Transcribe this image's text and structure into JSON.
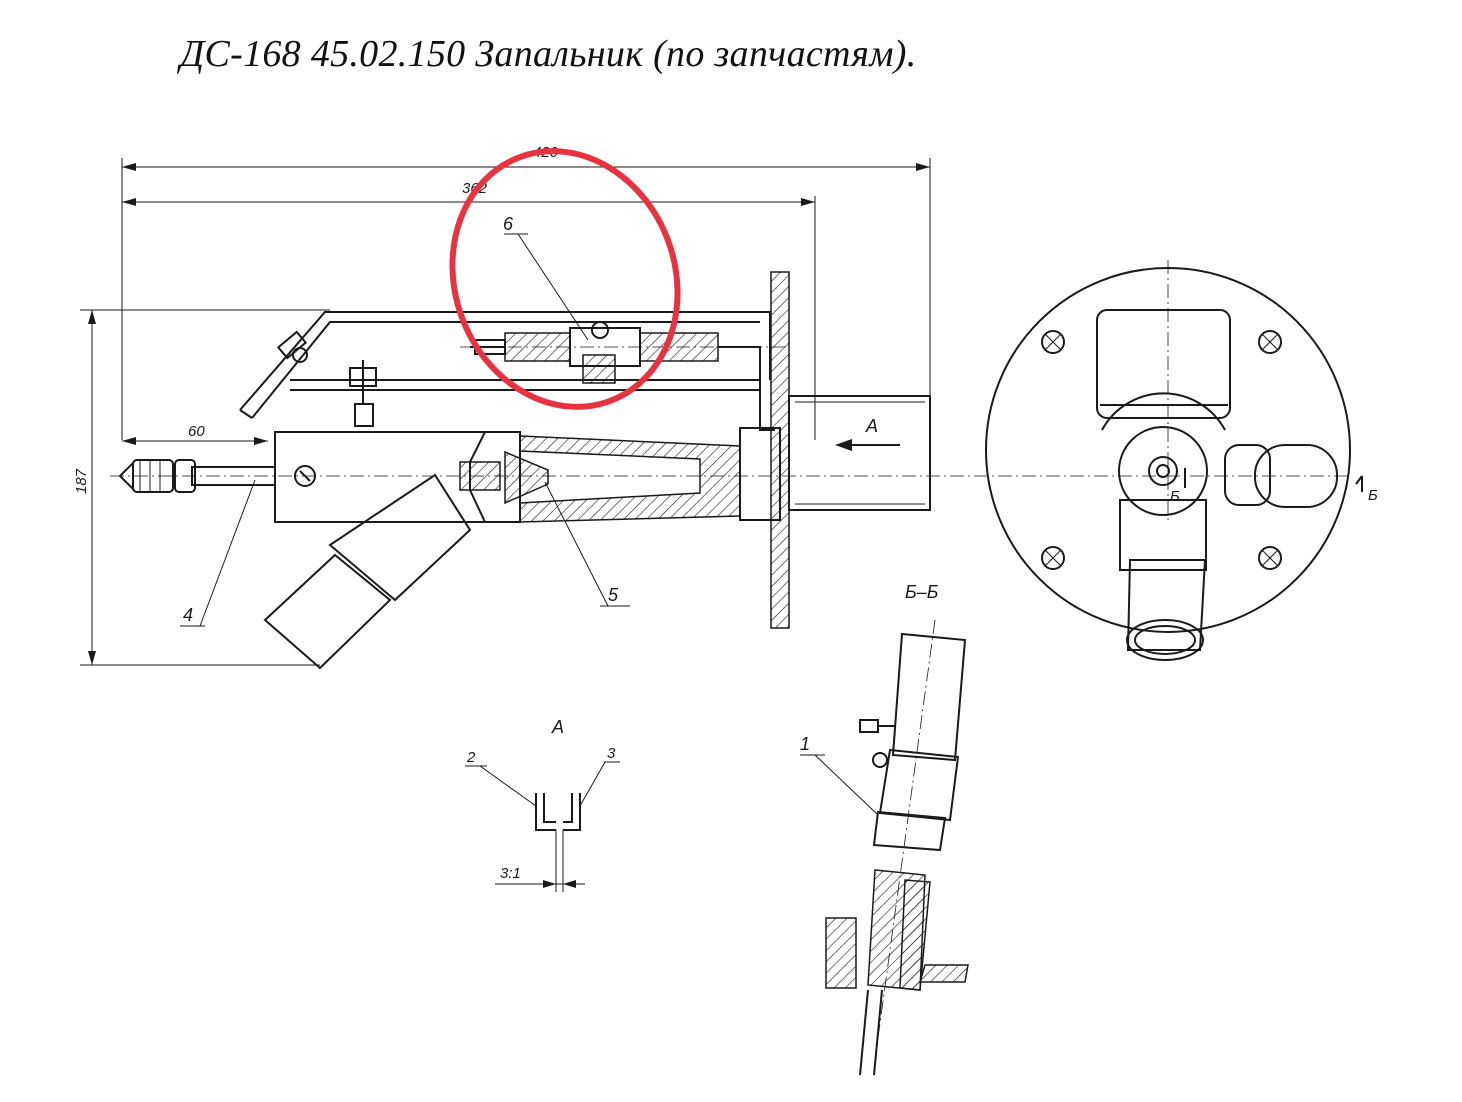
{
  "title": "ДС-168 45.02.150 Запальник (по запчастям).",
  "dimensions": {
    "overall_length": "420",
    "body_length": "362",
    "height": "187",
    "offset": "60"
  },
  "callouts": {
    "part_1": "1",
    "part_2": "2",
    "part_3": "3",
    "part_4": "4",
    "part_5": "5",
    "part_6": "6"
  },
  "views": {
    "flow_arrow": "А",
    "view_a": "А",
    "section_bb": "Б–Б",
    "section_mark": "Б",
    "scale": "3:1"
  },
  "highlight_color": "#e8323f"
}
